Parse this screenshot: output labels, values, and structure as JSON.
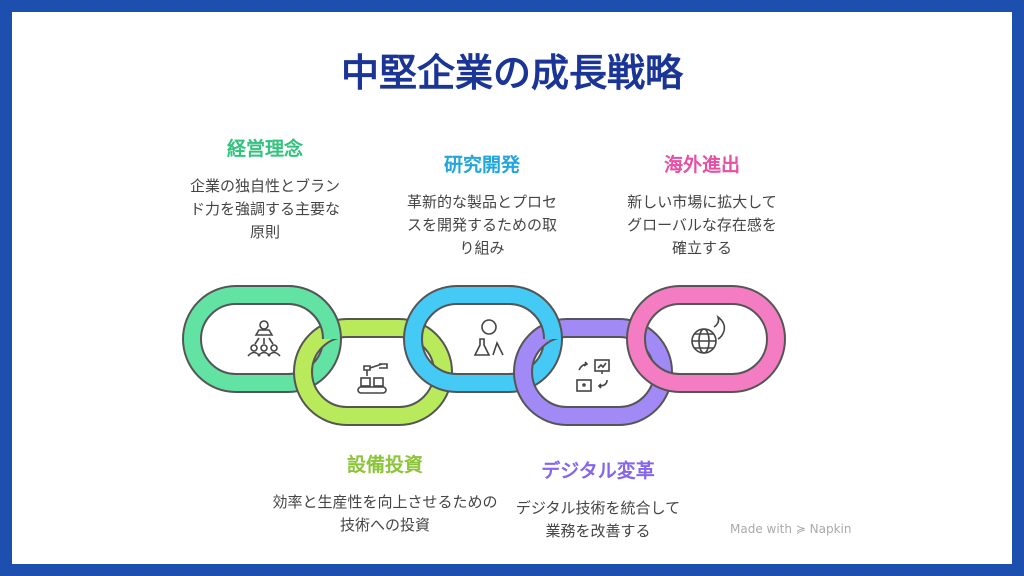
{
  "title": "中堅企業の成長戦略",
  "items": [
    {
      "title": "経営理念",
      "desc": "企業の独自性とブランド力を強調する主要な原則",
      "color": "#34c27f",
      "ring": "#62e3a4",
      "icon": "leadership-team-icon"
    },
    {
      "title": "設備投資",
      "desc": "効率と生産性を向上させるための技術への投資",
      "color": "#8cc43a",
      "ring": "#b8ea5c",
      "icon": "factory-conveyor-icon"
    },
    {
      "title": "研究開発",
      "desc": "革新的な製品とプロセスを開発するための取り組み",
      "color": "#22a6dc",
      "ring": "#45c9f5",
      "icon": "scientist-flask-icon"
    },
    {
      "title": "デジタル変革",
      "desc": "デジタル技術を統合して業務を改善する",
      "color": "#8466ee",
      "ring": "#a28af6",
      "icon": "digital-transform-icon"
    },
    {
      "title": "海外進出",
      "desc": "新しい市場に拡大してグローバルな存在感を確立する",
      "color": "#e64fa4",
      "ring": "#f47cc2",
      "icon": "globe-icon"
    }
  ],
  "watermark": "Made with ≽ Napkin"
}
